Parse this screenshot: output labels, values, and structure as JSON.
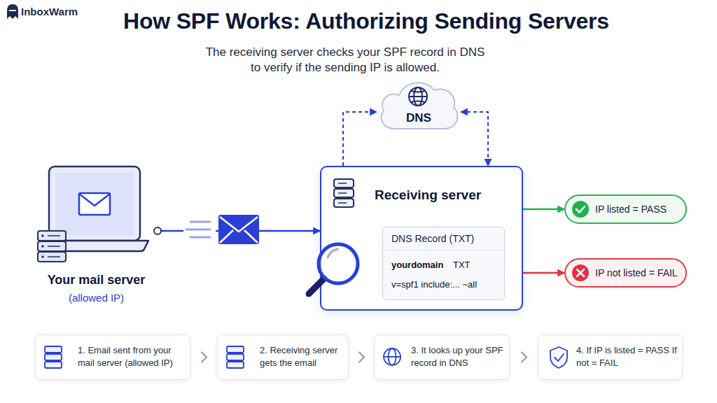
{
  "diagram": {
    "title": "How SPF Works: Authorizing Sending Servers",
    "caption": "The receiving server checks your SPF record in DNS to verify if the sending IP is allowed.",
    "nodes": [
      {
        "text": [
          "Your mail server",
          "(allowed IP)"
        ]
      },
      {
        "text": [
          "DNS"
        ]
      },
      {
        "text": [
          "Receiving server"
        ]
      },
      {
        "text": [
          "DNS Record (TXT)",
          "yourdomain",
          "TXT",
          "v=spf1 include:... ~all"
        ],
        "in": 2
      },
      {
        "text": [
          "IP listed = PASS"
        ]
      },
      {
        "text": [
          "IP not listed = FAIL"
        ]
      },
      {
        "text": [
          "1. Email sent from your mail server (allowed IP)"
        ]
      },
      {
        "text": [
          "2. Receiving server gets the email"
        ]
      },
      {
        "text": [
          "3. It looks up your SPF record in DNS"
        ]
      },
      {
        "text": [
          "4. If IP is listed = PASS If not = FAIL"
        ]
      }
    ],
    "edges": [
      {
        "from": 0,
        "to": 2,
        "arrow": "to"
      },
      {
        "from": 2,
        "to": 1,
        "arrow": "to"
      },
      {
        "from": 1,
        "to": 2,
        "arrow": "both"
      },
      {
        "from": 2,
        "to": 4,
        "arrow": "to"
      },
      {
        "from": 2,
        "to": 5,
        "arrow": "to"
      },
      {
        "from": 6,
        "to": 7,
        "arrow": "to"
      },
      {
        "from": 7,
        "to": 8,
        "arrow": "to"
      },
      {
        "from": 8,
        "to": 9,
        "arrow": "to"
      }
    ],
    "labels": [
      "InboxWarm"
    ]
  }
}
